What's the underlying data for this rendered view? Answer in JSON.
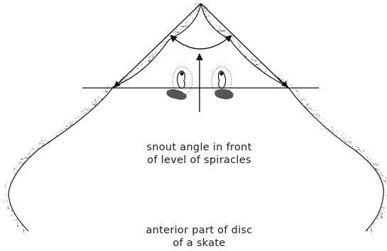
{
  "labels": {
    "snout_line_1": "snout angle in front",
    "snout_line_2": "of level of spiracles",
    "disc_line_1": "anterior part of disc",
    "disc_line_2": "of a skate"
  },
  "colors": {
    "outline": "#111111",
    "stipple": "#444444",
    "spiracle_fill": "#555555",
    "dashed_circle": "#777777"
  }
}
